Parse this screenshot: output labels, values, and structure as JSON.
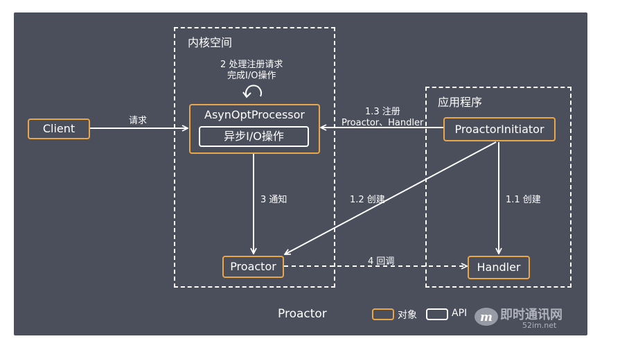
{
  "regions": {
    "kernel": "内核空间",
    "app": "应用程序"
  },
  "nodes": {
    "client": "Client",
    "processor": "AsynOptProcessor",
    "processor_api": "异步I/O操作",
    "initiator": "ProactorInitiator",
    "proactor": "Proactor",
    "handler": "Handler"
  },
  "edges": {
    "request": "请求",
    "self_loop_line1": "2 处理注册请求",
    "self_loop_line2": "完成I/O操作",
    "register_line1": "1.3 注册",
    "register_line2": "Proactor、Handler",
    "notify": "3 通知",
    "create_proactor": "1.2 创建",
    "create_handler": "1.1 创建",
    "callback": "4 回调"
  },
  "caption": "Proactor",
  "legend": {
    "object": "对象",
    "api": "API"
  },
  "watermark": {
    "logo_text": "即时通讯网",
    "url": "52im.net"
  },
  "colors": {
    "background": "#4b4e5b",
    "object_border": "#e9a749",
    "api_border": "#ffffff",
    "line": "#ffffff"
  }
}
